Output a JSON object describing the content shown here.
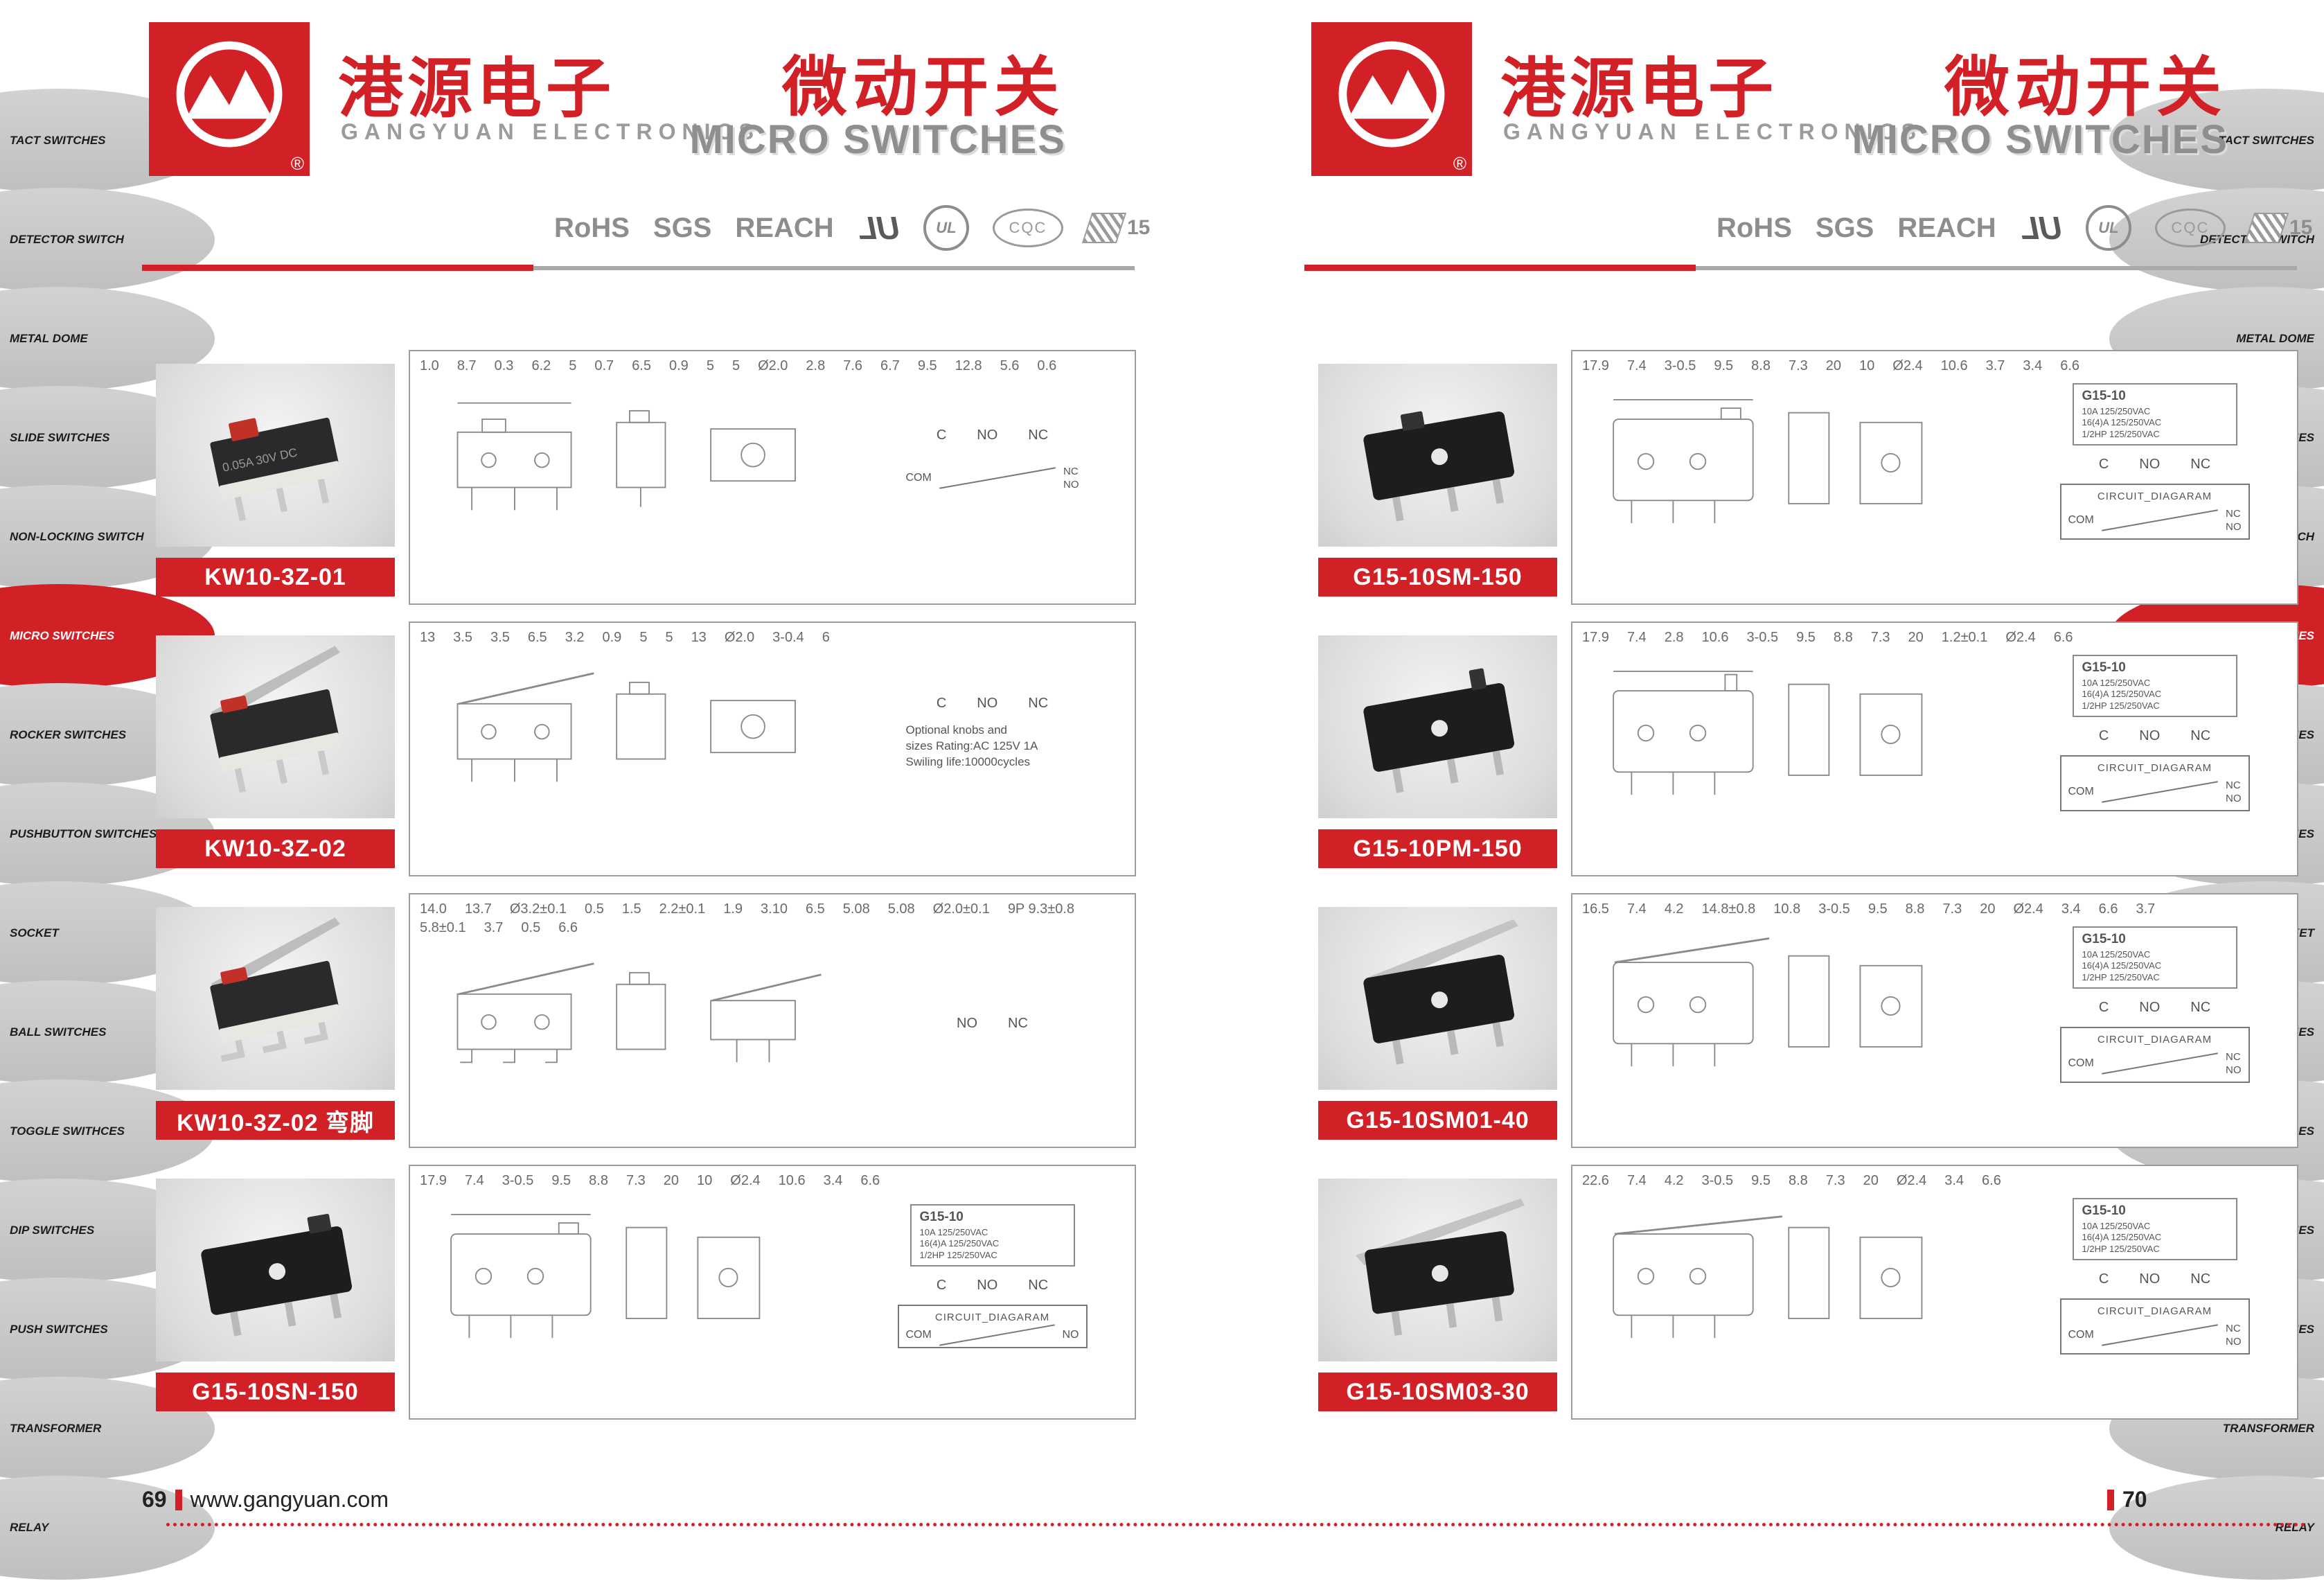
{
  "colors": {
    "red": "#d22027",
    "gray_text": "#8d8d8d",
    "tab_gray": "#c9c9c9"
  },
  "footer": {
    "left_page_number": "69",
    "website": "www.gangyuan.com",
    "right_page_number": "70"
  },
  "pages": [
    {
      "side": "left",
      "sidebar": {
        "active_index": 5,
        "items": [
          "TACT SWITCHES",
          "DETECTOR SWITCH",
          "METAL DOME",
          "SLIDE SWITCHES",
          "NON-LOCKING SWITCH",
          "MICRO SWITCHES",
          "ROCKER SWITCHES",
          "PUSHBUTTON SWITCHES",
          "SOCKET",
          "BALL SWITCHES",
          "TOGGLE SWITHCES",
          "DIP SWITCHES",
          "PUSH SWITCHES",
          "TRANSFORMER",
          "RELAY"
        ]
      },
      "header": {
        "brand_cn": "港源电子",
        "brand_en": "GANGYUAN  ELECTRONICS",
        "title_cn": "微动开关",
        "title_en": "MICRO SWITCHES",
        "certs": [
          "RoHS",
          "SGS",
          "REACH"
        ],
        "ul_mark": "UL",
        "ul_text": "UL",
        "cqc_text": "CQC",
        "c15_text": "15",
        "r_mark": "®"
      },
      "products": [
        {
          "model": "KW10-3Z-01",
          "body_marking": "0.05A 30V DC",
          "dims": [
            "1.0",
            "8.7",
            "0.3",
            "6.2",
            "5",
            "0.7",
            "6.5",
            "0.9",
            "5",
            "5",
            "Ø2.0",
            "2.8",
            "7.6",
            "6.7",
            "9.5",
            "12.8",
            "5.6",
            "0.6"
          ],
          "terminals": [
            "C",
            "NO",
            "NC"
          ],
          "circuit": {
            "com": "COM",
            "nc": "NC",
            "no": "NO"
          }
        },
        {
          "model": "KW10-3Z-02",
          "dims": [
            "13",
            "3.5",
            "3.5",
            "6.5",
            "3.2",
            "0.9",
            "5",
            "5",
            "13",
            "Ø2.0",
            "3-0.4",
            "6"
          ],
          "terminals": [
            "C",
            "NO",
            "NC"
          ],
          "note": [
            "Optional knobs and",
            "sizes Rating:AC 125V 1A",
            "Swiling life:10000cycles"
          ]
        },
        {
          "model": "KW10-3Z-02 弯脚",
          "dims": [
            "14.0",
            "13.7",
            "Ø3.2±0.1",
            "0.5",
            "1.5",
            "2.2±0.1",
            "1.9",
            "3.10",
            "6.5",
            "5.08",
            "5.08",
            "Ø2.0±0.1",
            "9P 9.3±0.8",
            "5.8±0.1",
            "3.7",
            "0.5",
            "6.6"
          ],
          "terminals": [
            "NO",
            "NC"
          ]
        },
        {
          "model": "G15-10SN-150",
          "dims": [
            "17.9",
            "7.4",
            "3-0.5",
            "9.5",
            "8.8",
            "7.3",
            "20",
            "10",
            "Ø2.4",
            "10.6",
            "3.4",
            "6.6"
          ],
          "terminals": [
            "C",
            "NO",
            "NC"
          ],
          "stamp": {
            "model": "G15-10",
            "rating": [
              "10A 125/250VAC",
              "16(4)A 125/250VAC",
              "1/2HP 125/250VAC"
            ]
          },
          "circuit": {
            "title": "CIRCUIT_DIAGARAM",
            "com": "COM",
            "no": "NO"
          }
        }
      ]
    },
    {
      "side": "right",
      "sidebar": {
        "active_index": 5,
        "items": [
          "TACT SWITCHES",
          "DETECTOR SWITCH",
          "METAL DOME",
          "SLIDE SWITCHES",
          "NON-LOCKING SWITCH",
          "MICRO SWITCHES",
          "ROCKER SWITCHES",
          "PUSHBUTTON SWITCHES",
          "SOCKET",
          "BALL SWITCHES",
          "TOGGLE SWITCHCES",
          "DIP SWITCHES",
          "PUSH SWITCHES",
          "TRANSFORMER",
          "RELAY"
        ]
      },
      "header": {
        "brand_cn": "港源电子",
        "brand_en": "GANGYUAN  ELECTRONICS",
        "title_cn": "微动开关",
        "title_en": "MICRO SWITCHES",
        "certs": [
          "RoHS",
          "SGS",
          "REACH"
        ],
        "ul_mark": "UL",
        "ul_text": "UL",
        "cqc_text": "CQC",
        "c15_text": "15",
        "r_mark": "®"
      },
      "products": [
        {
          "model": "G15-10SM-150",
          "dims": [
            "17.9",
            "7.4",
            "3-0.5",
            "9.5",
            "8.8",
            "7.3",
            "20",
            "10",
            "Ø2.4",
            "10.6",
            "3.7",
            "3.4",
            "6.6"
          ],
          "terminals": [
            "C",
            "NO",
            "NC"
          ],
          "stamp": {
            "model": "G15-10",
            "rating": [
              "10A 125/250VAC",
              "16(4)A 125/250VAC",
              "1/2HP 125/250VAC"
            ]
          },
          "circuit": {
            "title": "CIRCUIT_DIAGARAM",
            "com": "COM",
            "nc": "NC",
            "no": "NO"
          }
        },
        {
          "model": "G15-10PM-150",
          "dims": [
            "17.9",
            "7.4",
            "2.8",
            "10.6",
            "3-0.5",
            "9.5",
            "8.8",
            "7.3",
            "20",
            "1.2±0.1",
            "Ø2.4",
            "6.6"
          ],
          "terminals": [
            "C",
            "NO",
            "NC"
          ],
          "stamp": {
            "model": "G15-10",
            "rating": [
              "10A 125/250VAC",
              "16(4)A 125/250VAC",
              "1/2HP 125/250VAC"
            ]
          },
          "circuit": {
            "title": "CIRCUIT_DIAGARAM",
            "com": "COM",
            "nc": "NC",
            "no": "NO"
          }
        },
        {
          "model": "G15-10SM01-40",
          "dims": [
            "16.5",
            "7.4",
            "4.2",
            "14.8±0.8",
            "10.8",
            "3-0.5",
            "9.5",
            "8.8",
            "7.3",
            "20",
            "Ø2.4",
            "3.4",
            "6.6",
            "3.7"
          ],
          "terminals": [
            "C",
            "NO",
            "NC"
          ],
          "stamp": {
            "model": "G15-10",
            "rating": [
              "10A 125/250VAC",
              "16(4)A 125/250VAC",
              "1/2HP 125/250VAC"
            ]
          },
          "circuit": {
            "title": "CIRCUIT_DIAGARAM",
            "com": "COM",
            "nc": "NC",
            "no": "NO"
          }
        },
        {
          "model": "G15-10SM03-30",
          "dims": [
            "22.6",
            "7.4",
            "4.2",
            "3-0.5",
            "9.5",
            "8.8",
            "7.3",
            "20",
            "Ø2.4",
            "3.4",
            "6.6"
          ],
          "terminals": [
            "C",
            "NO",
            "NC"
          ],
          "stamp": {
            "model": "G15-10",
            "rating": [
              "10A 125/250VAC",
              "16(4)A 125/250VAC",
              "1/2HP 125/250VAC"
            ]
          },
          "circuit": {
            "title": "CIRCUIT_DIAGARAM",
            "com": "COM",
            "nc": "NC",
            "no": "NO"
          }
        }
      ]
    }
  ]
}
